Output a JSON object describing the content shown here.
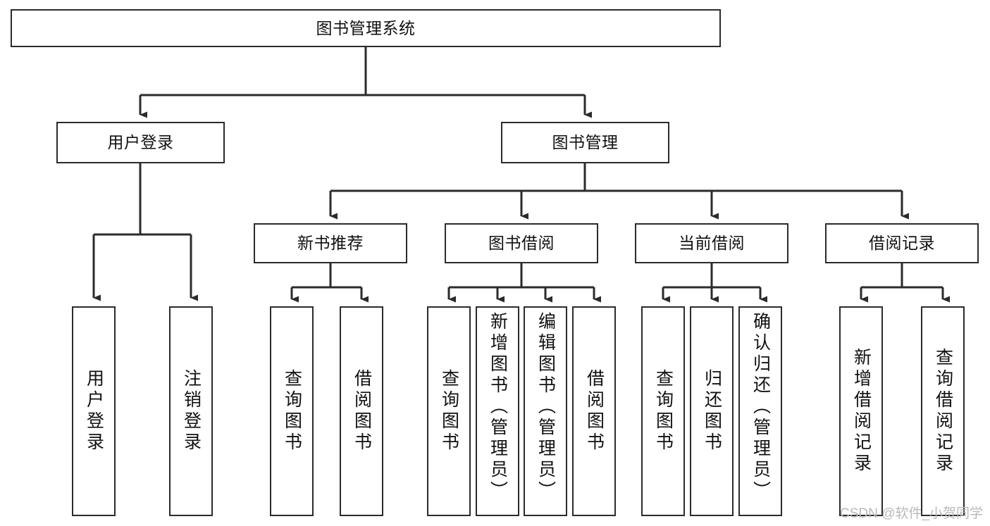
{
  "diagram": {
    "type": "tree-hierarchy",
    "title": "图书管理系统",
    "watermark": "CSDN @软件_小贺同学",
    "colors": {
      "stroke": "#2b2b2b",
      "fill": "#ffffff",
      "text": "#111111",
      "watermark": "#b9b9b9"
    },
    "nodes": {
      "root": {
        "label": "图书管理系统",
        "level": 0
      },
      "level1": [
        {
          "id": "user-login",
          "label": "用户登录"
        },
        {
          "id": "book-manage",
          "label": "图书管理"
        }
      ],
      "level2": [
        {
          "id": "new-book-recommend",
          "label": "新书推荐"
        },
        {
          "id": "book-borrow",
          "label": "图书借阅"
        },
        {
          "id": "current-borrow",
          "label": "当前借阅"
        },
        {
          "id": "borrow-record",
          "label": "借阅记录"
        }
      ],
      "leaves": {
        "user-login": [
          {
            "id": "leaf-user-login",
            "label": "用户登录",
            "align": "center"
          },
          {
            "id": "leaf-logout-login",
            "label": "注销登录",
            "align": "center"
          }
        ],
        "new-book-recommend": [
          {
            "id": "leaf-query-book-1",
            "label": "查询图书",
            "align": "center"
          },
          {
            "id": "leaf-borrow-book-1",
            "label": "借阅图书",
            "align": "center"
          }
        ],
        "book-borrow": [
          {
            "id": "leaf-query-book-2",
            "label": "查询图书",
            "align": "center"
          },
          {
            "id": "leaf-add-book",
            "label": "新增图书（管理员）",
            "align": "top"
          },
          {
            "id": "leaf-edit-book",
            "label": "编辑图书（管理员）",
            "align": "top"
          },
          {
            "id": "leaf-borrow-book-2",
            "label": "借阅图书",
            "align": "center"
          }
        ],
        "current-borrow": [
          {
            "id": "leaf-query-book-3",
            "label": "查询图书",
            "align": "center"
          },
          {
            "id": "leaf-return-book",
            "label": "归还图书",
            "align": "center"
          },
          {
            "id": "leaf-confirm-return",
            "label": "确认归还（管理员）",
            "align": "top"
          }
        ],
        "borrow-record": [
          {
            "id": "leaf-add-record",
            "label": "新增借阅记录",
            "align": "center"
          },
          {
            "id": "leaf-query-record",
            "label": "查询借阅记录",
            "align": "center"
          }
        ]
      }
    }
  }
}
